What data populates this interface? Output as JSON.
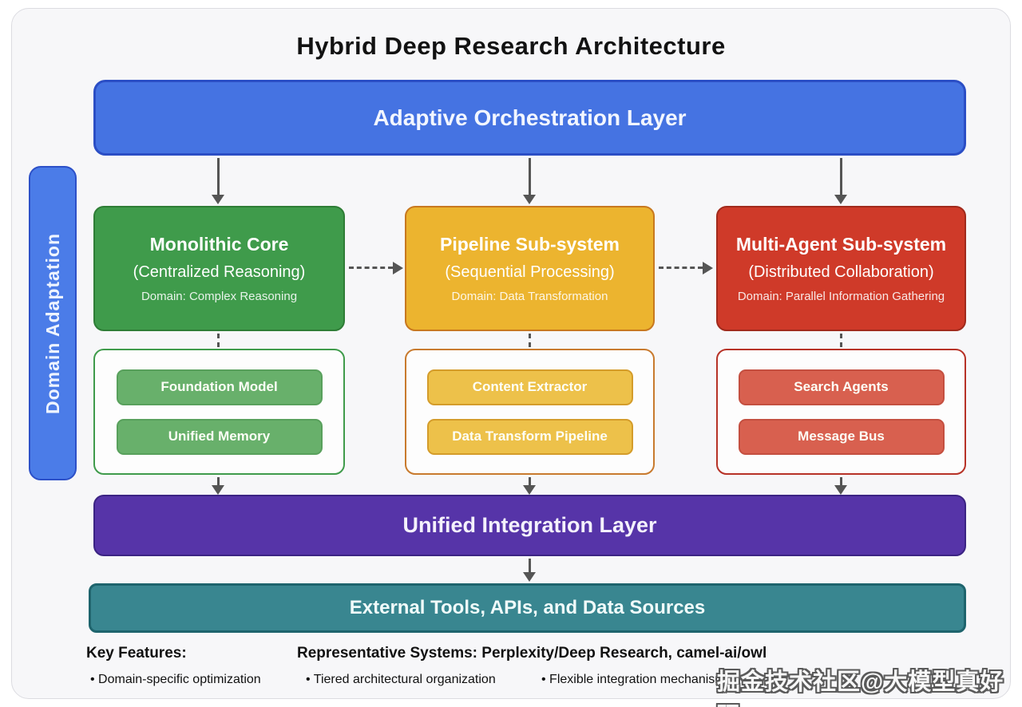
{
  "title": "Hybrid Deep Research Architecture",
  "orchestration": {
    "label": "Adaptive Orchestration Layer"
  },
  "sidebar": {
    "label": "Domain Adaptation"
  },
  "columns": [
    {
      "title": "Monolithic Core",
      "subtitle": "(Centralized Reasoning)",
      "domain": "Domain: Complex Reasoning",
      "children": [
        "Foundation Model",
        "Unified Memory"
      ]
    },
    {
      "title": "Pipeline Sub-system",
      "subtitle": "(Sequential Processing)",
      "domain": "Domain: Data Transformation",
      "children": [
        "Content Extractor",
        "Data Transform Pipeline"
      ]
    },
    {
      "title": "Multi-Agent Sub-system",
      "subtitle": "(Distributed Collaboration)",
      "domain": "Domain: Parallel Information Gathering",
      "children": [
        "Search Agents",
        "Message Bus"
      ]
    }
  ],
  "integration": {
    "label": "Unified Integration Layer"
  },
  "external": {
    "label": "External Tools, APIs, and Data Sources"
  },
  "footer": {
    "key_features_label": "Key Features:",
    "representative_label": "Representative Systems: Perplexity/Deep Research, camel-ai/owl",
    "bullets": [
      "• Domain-specific optimization",
      "• Tiered architectural organization",
      "• Flexible integration mechanism"
    ]
  },
  "watermark": "掘金技术社区@大模型真好玩",
  "colors": {
    "blue": "#4573e2",
    "blue_border": "#2b4ec5",
    "green": "#3f9b4b",
    "green_border": "#2e7d36",
    "green_light": "#68b06b",
    "amber": "#ecb42f",
    "amber_border": "#c8781f",
    "amber_light": "#edc14a",
    "red": "#cf3a29",
    "red_border": "#a12a1c",
    "red_light": "#d8604f",
    "purple": "#5634a8",
    "purple_border": "#3b2383",
    "teal": "#398690",
    "teal_border": "#1e646d",
    "arrow": "#555555",
    "card_bg": "#f7f7f9",
    "text": "#121212"
  }
}
